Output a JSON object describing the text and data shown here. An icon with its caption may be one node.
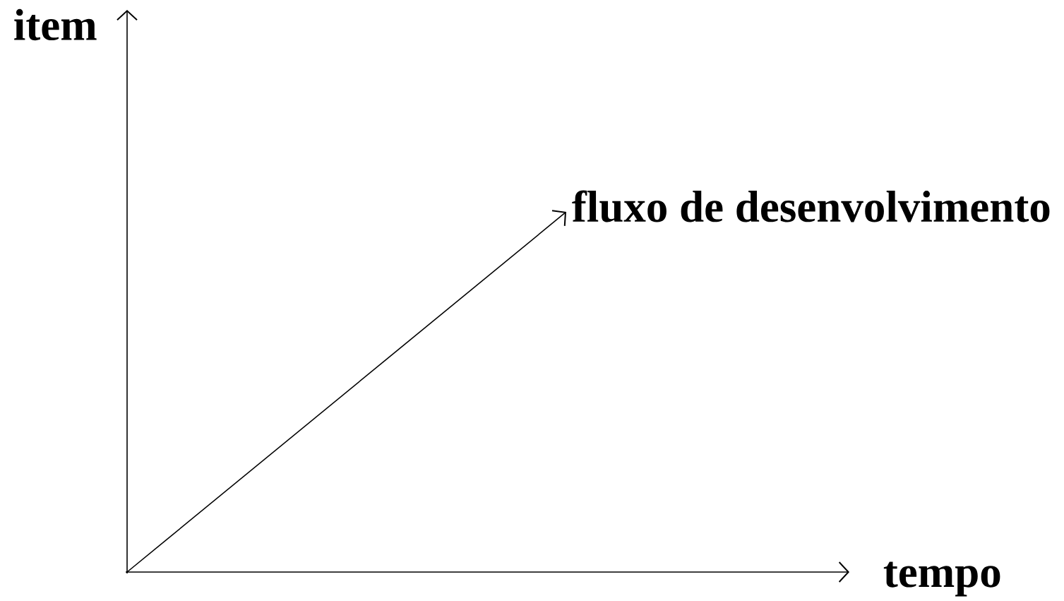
{
  "diagram": {
    "nodes": [
      {
        "text": [],
        "shape": "point"
      },
      {
        "text": [
          "fluxo de desenvolvimento"
        ]
      }
    ],
    "edges": [
      {
        "from": 0,
        "to": 1,
        "arrow": "to"
      }
    ],
    "labels": [
      "item",
      "tempo"
    ]
  }
}
